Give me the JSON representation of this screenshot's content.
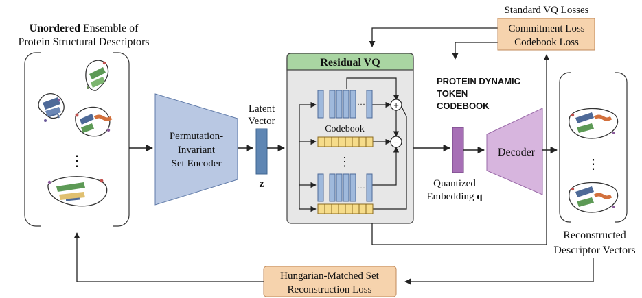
{
  "input": {
    "title_bold": "Unordered",
    "title_rest": " Ensemble of",
    "title_line2": "Protein Structural Descriptors"
  },
  "encoder": {
    "line1": "Permutation-",
    "line2": "Invariant",
    "line3": "Set Encoder"
  },
  "latent": {
    "line1": "Latent",
    "line2": "Vector",
    "symbol": "z"
  },
  "rvq": {
    "title": "Residual VQ",
    "codebook_label": "Codebook",
    "ellipsis": "···",
    "vdots": "⋮",
    "plus": "+",
    "minus": "−"
  },
  "token_codebook": {
    "line1": "PROTEIN DYNAMIC",
    "line2": "TOKEN",
    "line3": "CODEBOOK"
  },
  "quantized": {
    "line1": "Quantized",
    "line2": "Embedding",
    "symbol": "q"
  },
  "decoder": {
    "label": "Decoder"
  },
  "vq_losses": {
    "title": "Standard VQ Losses",
    "line1": "Commitment Loss",
    "line2": "Codebook Loss"
  },
  "output": {
    "line1": "Reconstructed",
    "line2": "Descriptor Vectors"
  },
  "hungarian": {
    "line1": "Hungarian-Matched Set",
    "line2": "Reconstruction Loss"
  },
  "colors": {
    "encoder_fill": "#b9c8e3",
    "latent_fill": "#5f86b3",
    "rvq_panel": "#e7e7e7",
    "rvq_header": "#a9d5a2",
    "codebook_blue": "#9fb9dc",
    "codebook_yellow": "#f6dc8a",
    "quantized_fill": "#a76fb6",
    "decoder_fill": "#d7b5de",
    "loss_box": "#f6d3ad"
  }
}
